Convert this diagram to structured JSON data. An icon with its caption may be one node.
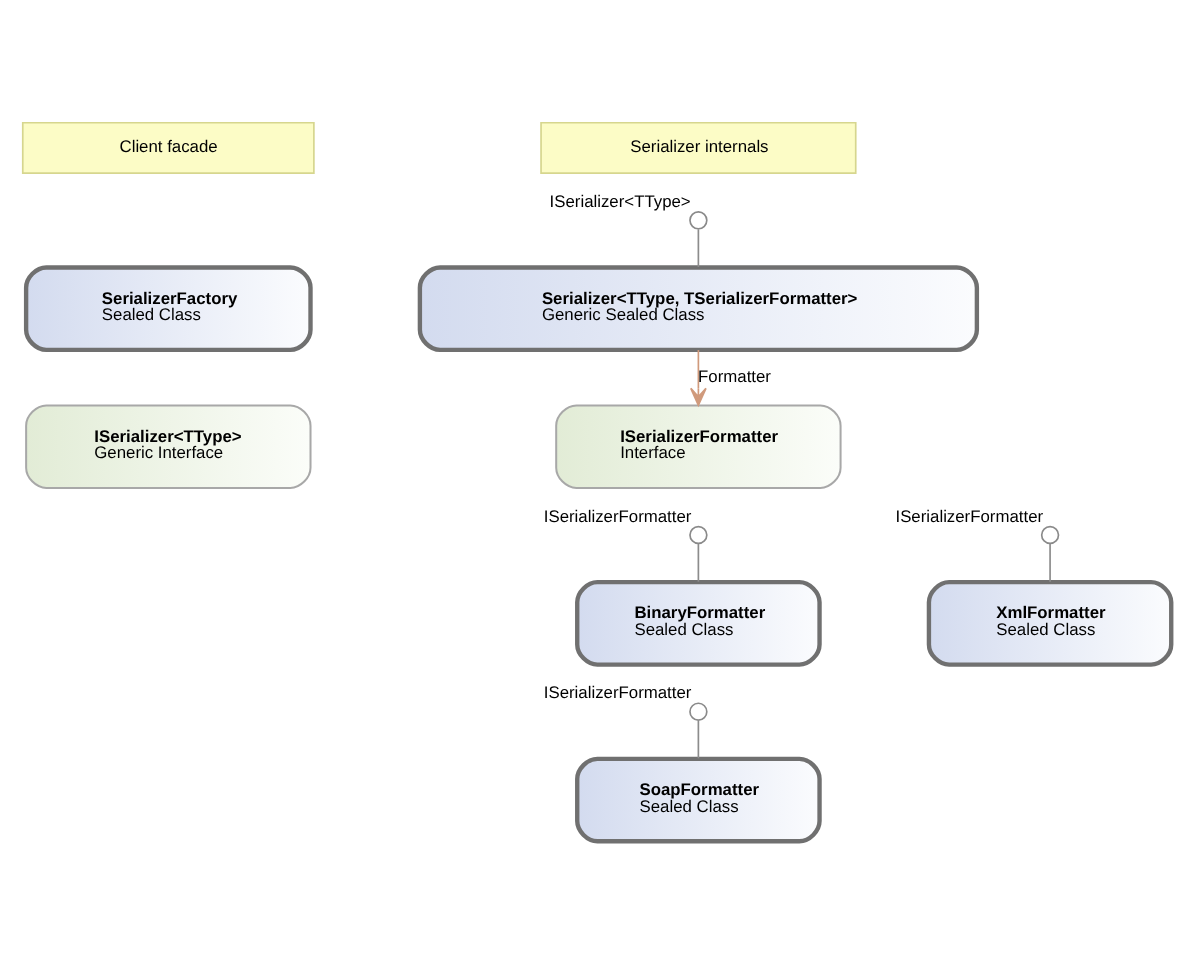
{
  "diagram": {
    "nodes": [
      {
        "text": [
          "Client facade"
        ]
      },
      {
        "text": [
          "Serializer internals"
        ]
      },
      {
        "text": [],
        "shape": "circle",
        "beside": [
          "ISerializer<TType>"
        ]
      },
      {
        "text": [
          "SerializerFactory",
          "Sealed Class"
        ]
      },
      {
        "text": [
          "Serializer<TType, TSerializerFormatter>",
          "Generic Sealed Class"
        ]
      },
      {
        "text": [
          "ISerializer<TType>",
          "Generic Interface"
        ]
      },
      {
        "text": [
          "ISerializerFormatter",
          "Interface"
        ]
      },
      {
        "text": [],
        "shape": "circle",
        "beside": [
          "ISerializerFormatter"
        ]
      },
      {
        "text": [],
        "shape": "circle",
        "beside": [
          "ISerializerFormatter"
        ]
      },
      {
        "text": [
          "BinaryFormatter",
          "Sealed Class"
        ]
      },
      {
        "text": [
          "XmlFormatter",
          "Sealed Class"
        ]
      },
      {
        "text": [],
        "shape": "circle",
        "beside": [
          "ISerializerFormatter"
        ]
      },
      {
        "text": [
          "SoapFormatter",
          "Sealed Class"
        ]
      }
    ],
    "edges": [
      {
        "from": 2,
        "to": 4,
        "arrow": "none"
      },
      {
        "from": 4,
        "to": 6,
        "arrow": "to",
        "label": "Formatter",
        "color": "#d09a7c"
      },
      {
        "from": 7,
        "to": 9,
        "arrow": "none"
      },
      {
        "from": 8,
        "to": 10,
        "arrow": "none"
      },
      {
        "from": 11,
        "to": 12,
        "arrow": "none"
      }
    ]
  }
}
